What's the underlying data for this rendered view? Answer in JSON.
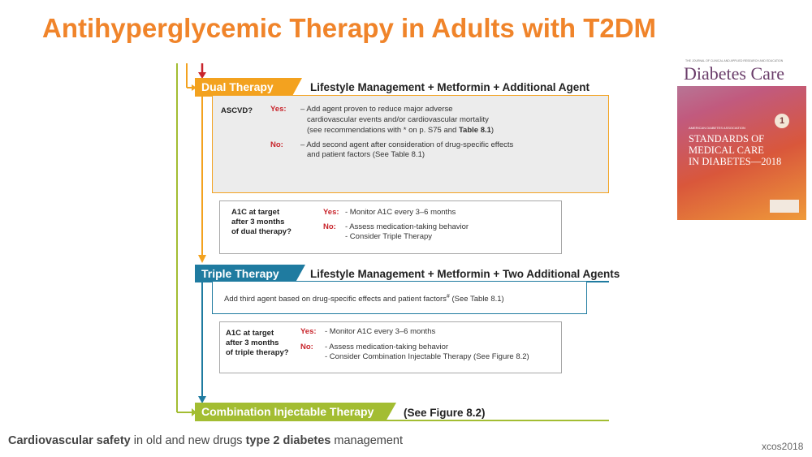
{
  "title": "Antihyperglycemic Therapy in Adults with T2DM",
  "dual": {
    "label": "Dual Therapy",
    "subtitle": "Lifestyle Management + Metformin + Additional Agent",
    "ascvd_label": "ASCVD?",
    "yes_label": "Yes:",
    "yes_line1": "– Add agent proven to reduce major adverse",
    "yes_line2": "cardiovascular events and/or cardiovascular mortality",
    "yes_line3a": "(see recommendations with * on p. S75 and ",
    "yes_line3b": "Table 8.1",
    "yes_line3c": ")",
    "no_label": "No:",
    "no_line1": "– Add second agent after consideration of drug-specific effects",
    "no_line2": "and patient factors (See Table 8.1)",
    "a1c_q1": "A1C at target",
    "a1c_q2": "after 3 months",
    "a1c_q3": "of dual therapy?",
    "a1c_yes_label": "Yes:",
    "a1c_yes_text": "- Monitor A1C every 3–6 months",
    "a1c_no_label": "No:",
    "a1c_no_1": "- Assess medication-taking behavior",
    "a1c_no_2": "- Consider Triple Therapy"
  },
  "triple": {
    "label": "Triple Therapy",
    "subtitle": "Lifestyle Management + Metformin + Two Additional Agents",
    "add_text": "Add third agent based on drug-specific effects and patient factors",
    "add_sup": "#",
    "add_tail": " (See Table 8.1)",
    "a1c_q1": "A1C at target",
    "a1c_q2": "after 3 months",
    "a1c_q3": "of triple therapy?",
    "a1c_yes_label": "Yes:",
    "a1c_yes_text": "- Monitor A1C every 3–6 months",
    "a1c_no_label": "No:",
    "a1c_no_1": "- Assess medication-taking behavior",
    "a1c_no_2": "- Consider Combination Injectable Therapy (See Figure 8.2)"
  },
  "combo": {
    "label": "Combination Injectable Therapy",
    "see": "(See Figure 8.2)"
  },
  "cover": {
    "small_text": "THE JOURNAL OF CLINICAL AND APPLIED RESEARCH AND EDUCATION",
    "masthead": "Diabetes Care",
    "ada": "AMERICAN DIABETES ASSOCIATION",
    "line1": "STANDARDS OF",
    "line2": "MEDICAL CARE",
    "line3": "IN DIABETES—2018",
    "issue": "1"
  },
  "footnote": {
    "part1": "Cardiovascular safety",
    "part2": " in old and new drugs  ",
    "part3": "type 2 diabetes",
    "part4": " management"
  },
  "credit": "xcos2018",
  "colors": {
    "title": "#f0842a",
    "dual": "#f3a21f",
    "triple": "#1f7ba0",
    "combo": "#a3bd32",
    "arrow_red": "#c8242b"
  }
}
